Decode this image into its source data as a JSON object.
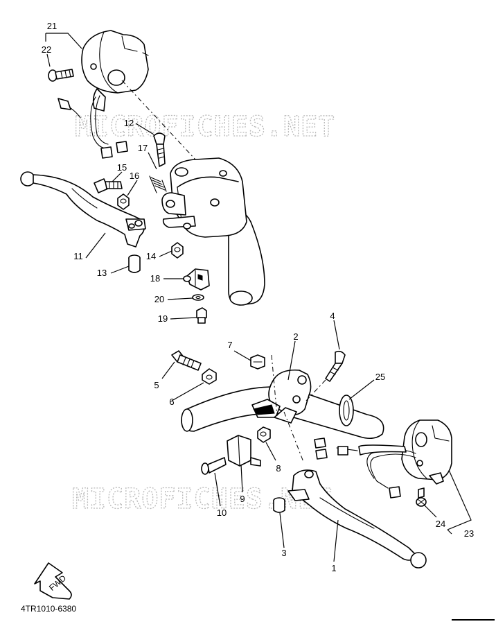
{
  "watermarks": [
    "MICROFICHES.NET",
    "MICROFICHES.NET"
  ],
  "diagram_code": "4TR1010-6380",
  "fwd_label": "FWD",
  "callouts": [
    "1",
    "2",
    "3",
    "4",
    "5",
    "6",
    "7",
    "8",
    "9",
    "10",
    "11",
    "12",
    "13",
    "14",
    "15",
    "16",
    "17",
    "18",
    "19",
    "20",
    "21",
    "22",
    "23",
    "24",
    "25"
  ]
}
